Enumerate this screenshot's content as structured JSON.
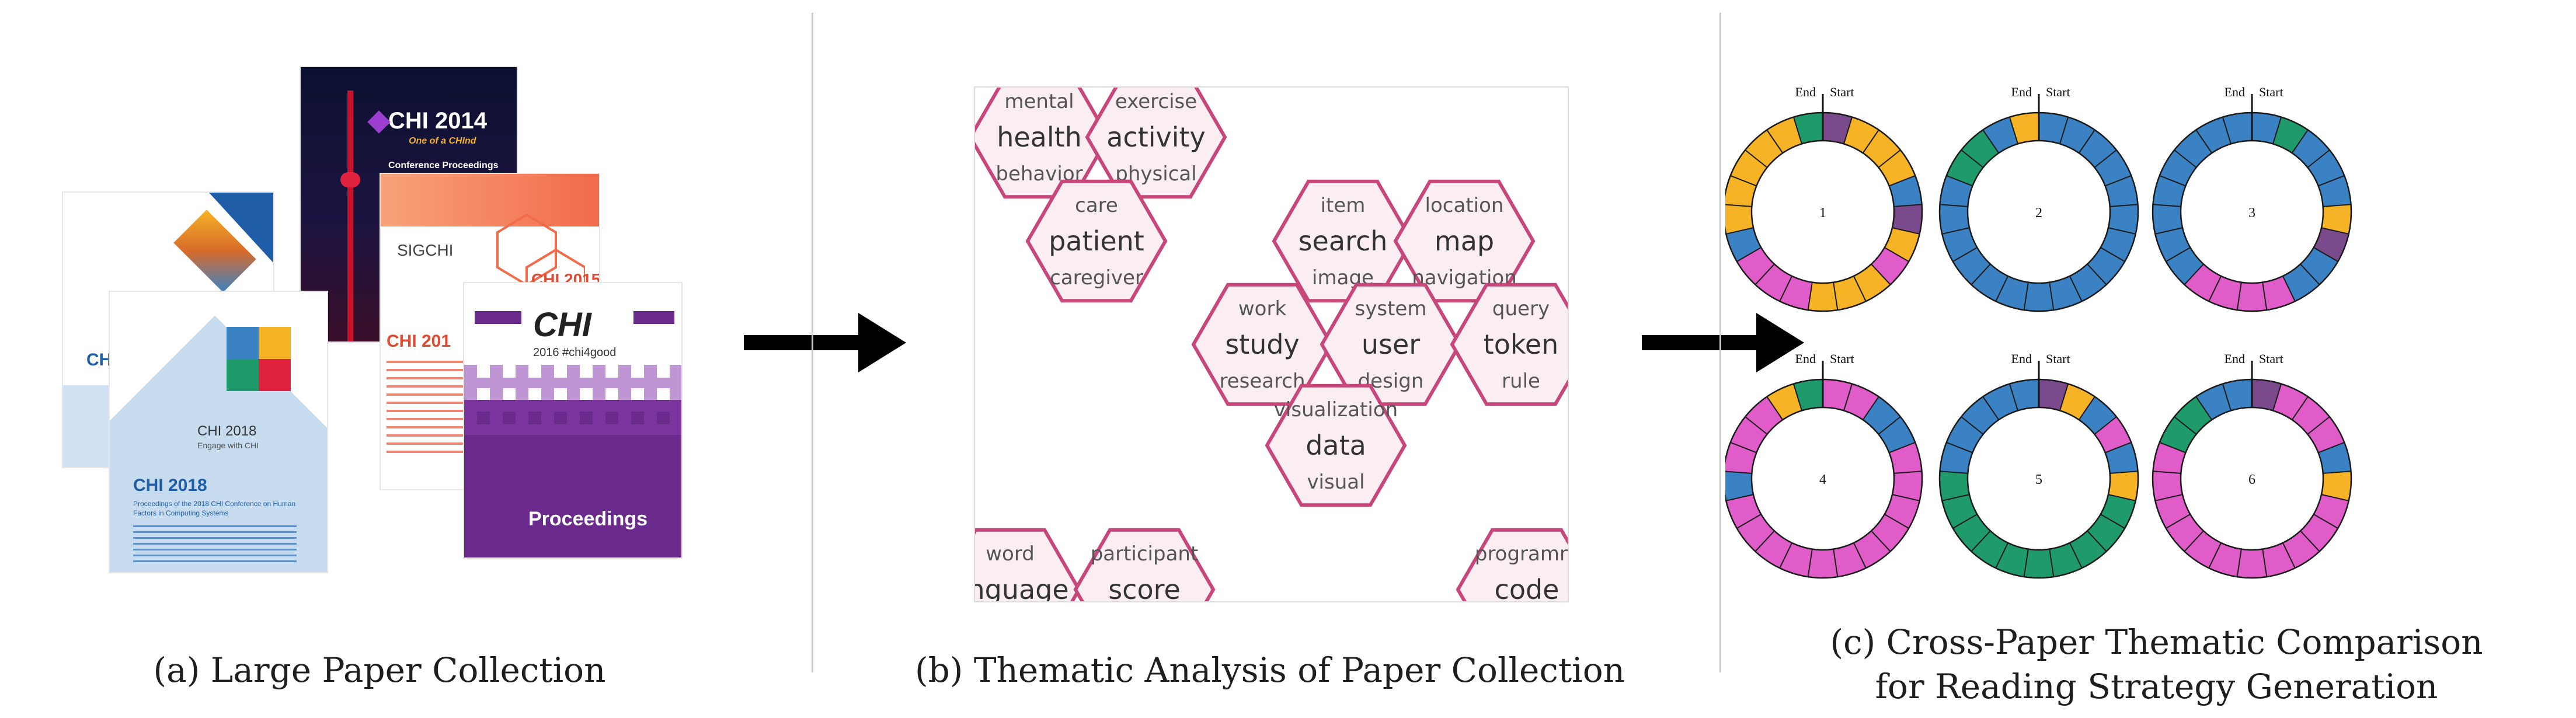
{
  "captions": {
    "a": "(a) Large Paper Collection",
    "b": "(b) Thematic Analysis of Paper Collection",
    "c_line1": "(c) Cross-Paper Thematic Comparison",
    "c_line2": "for Reading Strategy Generation"
  },
  "covers": {
    "chi2014_title": "CHI 2014",
    "chi2014_tagline": "One of a CHInd",
    "chi2014_sub": "Conference Proceedings",
    "chi2015_title": "CHI 2015",
    "chi2015_partial": "CHI 201",
    "sigchi": "SIGCHI",
    "chi2016_logo": "CHI",
    "chi2016_tag": "2016 #chi4good",
    "chi2016_proc": "Proceedings",
    "chi2018_logo": "CHI 2018",
    "chi2018_tagline": "Engage with CHI",
    "chi2018_title": "CHI 2018",
    "chi2018_sub": "Proceedings of the 2018 CHI Conference on Human Factors in Computing Systems",
    "chi2017_partial": "CHI"
  },
  "hexagons": [
    {
      "top": "mental",
      "mid": "health",
      "bot": "behavior"
    },
    {
      "top": "exercise",
      "mid": "activity",
      "bot": "physical"
    },
    {
      "top": "care",
      "mid": "patient",
      "bot": "caregiver"
    },
    {
      "top": "item",
      "mid": "search",
      "bot": "image"
    },
    {
      "top": "location",
      "mid": "map",
      "bot": "navigation"
    },
    {
      "top": "work",
      "mid": "study",
      "bot": "research"
    },
    {
      "top": "system",
      "mid": "user",
      "bot": "design"
    },
    {
      "top": "query",
      "mid": "token",
      "bot": "rule"
    },
    {
      "top": "visualization",
      "mid": "data",
      "bot": "visual"
    },
    {
      "top": "word",
      "mid": "anguage",
      "bot": ""
    },
    {
      "top": "participant",
      "mid": "score",
      "bot": ""
    },
    {
      "top": "programm",
      "mid": "code",
      "bot": ""
    }
  ],
  "rings": {
    "end_label": "End",
    "start_label": "Start",
    "colors": {
      "blue": "#3b82c4",
      "yellow": "#f5b325",
      "green": "#1f9a6b",
      "pink": "#e05cc8",
      "purple": "#7a4a8c"
    },
    "items": [
      {
        "label": "1",
        "segments": [
          "purple",
          "yellow",
          "yellow",
          "yellow",
          "blue",
          "purple",
          "yellow",
          "pink",
          "yellow",
          "yellow",
          "yellow",
          "pink",
          "pink",
          "pink",
          "blue",
          "yellow",
          "yellow",
          "yellow",
          "yellow",
          "yellow",
          "green"
        ]
      },
      {
        "label": "2",
        "segments": [
          "blue",
          "blue",
          "blue",
          "blue",
          "blue",
          "blue",
          "blue",
          "blue",
          "blue",
          "blue",
          "blue",
          "blue",
          "blue",
          "blue",
          "blue",
          "blue",
          "blue",
          "green",
          "green",
          "blue",
          "yellow"
        ]
      },
      {
        "label": "3",
        "segments": [
          "blue",
          "green",
          "blue",
          "blue",
          "blue",
          "yellow",
          "purple",
          "blue",
          "blue",
          "pink",
          "pink",
          "pink",
          "pink",
          "blue",
          "blue",
          "blue",
          "blue",
          "blue",
          "blue",
          "blue",
          "blue"
        ]
      },
      {
        "label": "4",
        "segments": [
          "pink",
          "pink",
          "blue",
          "blue",
          "pink",
          "pink",
          "pink",
          "pink",
          "pink",
          "pink",
          "pink",
          "pink",
          "pink",
          "pink",
          "pink",
          "blue",
          "pink",
          "pink",
          "pink",
          "yellow",
          "green"
        ]
      },
      {
        "label": "5",
        "segments": [
          "purple",
          "yellow",
          "blue",
          "pink",
          "blue",
          "yellow",
          "green",
          "green",
          "green",
          "green",
          "green",
          "green",
          "green",
          "green",
          "green",
          "green",
          "blue",
          "blue",
          "blue",
          "blue",
          "blue"
        ]
      },
      {
        "label": "6",
        "segments": [
          "purple",
          "pink",
          "pink",
          "pink",
          "blue",
          "yellow",
          "pink",
          "pink",
          "pink",
          "pink",
          "pink",
          "pink",
          "pink",
          "pink",
          "pink",
          "pink",
          "pink",
          "green",
          "green",
          "blue",
          "blue"
        ]
      }
    ]
  }
}
